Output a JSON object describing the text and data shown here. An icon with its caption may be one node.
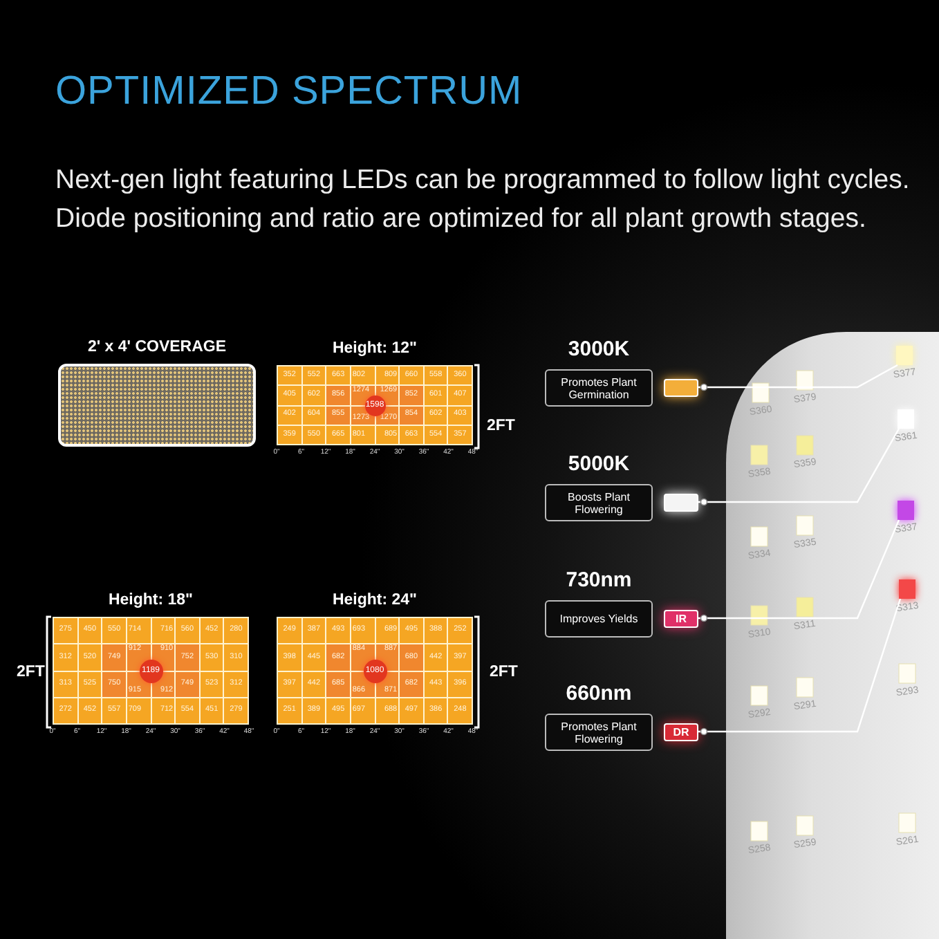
{
  "diagram": {
    "title": "OPTIMIZED SPECTRUM",
    "caption": "Next-gen light featuring LEDs can be programmed to follow light cycles. Diode positioning and ratio are optimized for all plant growth stages.",
    "nodes": [
      {
        "text": [
          "3000K",
          "Promotes Plant Germination"
        ]
      },
      {
        "text": [],
        "shape": "box"
      },
      {
        "text": [
          "5000K",
          "Boosts Plant Flowering"
        ]
      },
      {
        "text": [],
        "shape": "box"
      },
      {
        "text": [
          "730nm",
          "Improves Yields"
        ]
      },
      {
        "text": [
          "IR"
        ]
      },
      {
        "text": [
          "660nm",
          "Promotes Plant Flowering"
        ]
      },
      {
        "text": [
          "DR"
        ]
      },
      {
        "text": [],
        "shape": "box",
        "beside": [
          "S377"
        ]
      },
      {
        "text": [],
        "shape": "box",
        "beside": [
          "S361"
        ]
      },
      {
        "text": [],
        "shape": "box",
        "beside": [
          "S337"
        ]
      },
      {
        "text": [],
        "shape": "box",
        "beside": [
          "S313"
        ]
      }
    ],
    "edges": [
      {
        "from": 1,
        "to": 8,
        "arrow": "other"
      },
      {
        "from": 3,
        "to": 9,
        "arrow": "other"
      },
      {
        "from": 5,
        "to": 10,
        "arrow": "other"
      },
      {
        "from": 7,
        "to": 11,
        "arrow": "other"
      }
    ],
    "labels": [
      "2' x 4' COVERAGE",
      "Height: 12\"",
      "352",
      "552",
      "663",
      "802",
      "809",
      "660",
      "558",
      "360",
      "405",
      "602",
      "856",
      "1274",
      "1269",
      "852",
      "601",
      "407",
      "402",
      "604",
      "855",
      "1273",
      "1270",
      "854",
      "602",
      "403",
      "359",
      "550",
      "665",
      "801",
      "805",
      "663",
      "554",
      "357",
      "1598",
      "2FT",
      "0\"",
      "6\"",
      "12\"",
      "18\"",
      "24\"",
      "30\"",
      "36\"",
      "42\"",
      "48\"",
      "Height: 18\"",
      "275",
      "450",
      "550",
      "714",
      "716",
      "560",
      "452",
      "280",
      "312",
      "520",
      "749",
      "912",
      "910",
      "752",
      "530",
      "310",
      "313",
      "525",
      "750",
      "915",
      "912",
      "749",
      "523",
      "312",
      "272",
      "452",
      "557",
      "709",
      "712",
      "554",
      "451",
      "279",
      "1189",
      "2FT",
      "0\"",
      "6\"",
      "12\"",
      "18\"",
      "24\"",
      "30\"",
      "36\"",
      "42\"",
      "48\"",
      "Height: 24\"",
      "249",
      "387",
      "493",
      "693",
      "689",
      "495",
      "388",
      "252",
      "398",
      "445",
      "682",
      "884",
      "887",
      "680",
      "442",
      "397",
      "397",
      "442",
      "685",
      "866",
      "871",
      "682",
      "443",
      "396",
      "251",
      "389",
      "495",
      "697",
      "688",
      "497",
      "386",
      "248",
      "1080",
      "2FT",
      "0\"",
      "6\"",
      "12\"",
      "18\"",
      "24\"",
      "30\"",
      "36\"",
      "42\"",
      "48\"",
      "S360",
      "S379",
      "S358",
      "S359",
      "S334",
      "S335",
      "S310",
      "S311",
      "S292",
      "S291",
      "S293",
      "S258",
      "S259",
      "S261"
    ]
  }
}
